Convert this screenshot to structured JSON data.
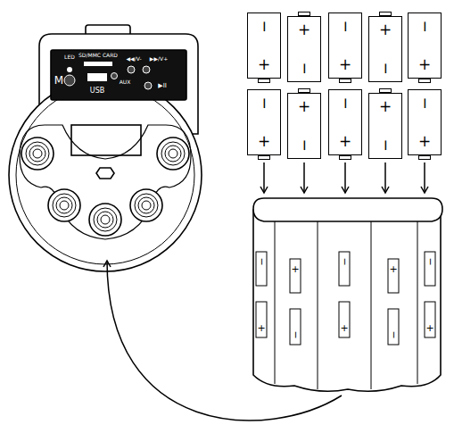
{
  "diagram": {
    "nodes": [
      {
        "text": [
          "−",
          "+"
        ]
      },
      {
        "text": [
          "+",
          "−"
        ]
      },
      {
        "text": [
          "−",
          "+"
        ]
      },
      {
        "text": [
          "+",
          "−"
        ]
      },
      {
        "text": [
          "−",
          "+"
        ]
      },
      {
        "text": [
          "−",
          "+"
        ]
      },
      {
        "text": [
          "+",
          "−"
        ]
      },
      {
        "text": [
          "−",
          "+"
        ]
      },
      {
        "text": [
          "+",
          "−"
        ]
      },
      {
        "text": [
          "−",
          "+"
        ]
      }
    ],
    "labels": [
      "LED",
      "SD/MMC CARD",
      "◀◀/V-",
      "▶▶/V+",
      "M",
      "USB",
      "AUX",
      "▶II",
      "−",
      "+",
      "+",
      "−",
      "−",
      "+",
      "+",
      "−",
      "−",
      "+"
    ]
  }
}
